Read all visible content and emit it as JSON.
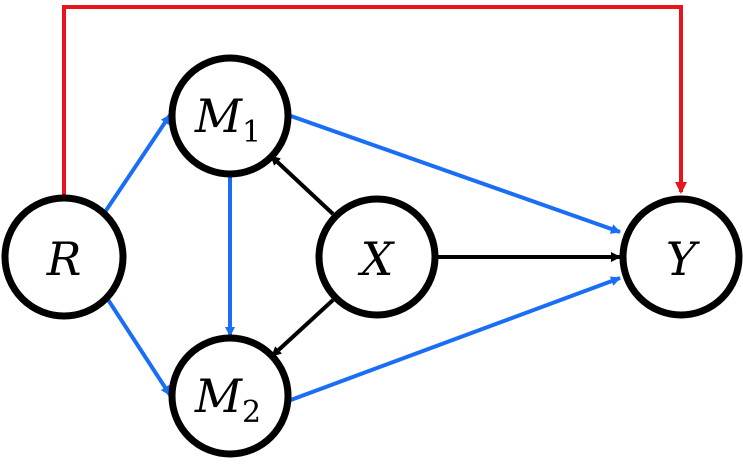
{
  "colors": {
    "node_stroke": "#000000",
    "node_fill": "#ffffff",
    "blue": "#1a6ef5",
    "black": "#000000",
    "red": "#e8141b"
  },
  "nodes": {
    "R": {
      "main": "R",
      "sub": ""
    },
    "M1": {
      "main": "M",
      "sub": "1"
    },
    "M2": {
      "main": "M",
      "sub": "2"
    },
    "X": {
      "main": "X",
      "sub": ""
    },
    "Y": {
      "main": "Y",
      "sub": ""
    }
  },
  "edges": [
    {
      "id": "R-M1",
      "from": "R",
      "to": "M1",
      "color": "blue"
    },
    {
      "id": "R-M2",
      "from": "R",
      "to": "M2",
      "color": "blue"
    },
    {
      "id": "M1-M2",
      "from": "M1",
      "to": "M2",
      "color": "blue"
    },
    {
      "id": "M1-Y",
      "from": "M1",
      "to": "Y",
      "color": "blue"
    },
    {
      "id": "M2-Y",
      "from": "M2",
      "to": "Y",
      "color": "blue"
    },
    {
      "id": "X-M1",
      "from": "X",
      "to": "M1",
      "color": "black"
    },
    {
      "id": "X-M2",
      "from": "X",
      "to": "M2",
      "color": "black"
    },
    {
      "id": "X-Y",
      "from": "X",
      "to": "Y",
      "color": "black"
    },
    {
      "id": "R-Y",
      "from": "R",
      "to": "Y",
      "color": "red",
      "routing": "over-top"
    }
  ]
}
